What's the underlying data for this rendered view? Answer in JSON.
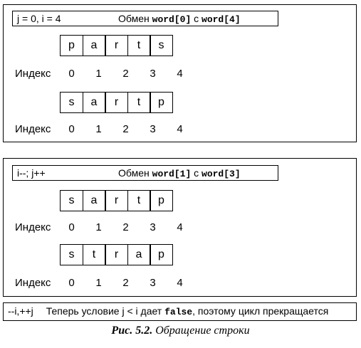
{
  "panels": [
    {
      "step": "j = 0, i = 4",
      "action_prefix": "Обмен",
      "action_first": "word[0]",
      "action_middle": "с",
      "action_second": "word[4]",
      "rows": [
        {
          "cells": [
            "p",
            "a",
            "r",
            "t",
            "s"
          ],
          "label": "Индекс",
          "indices": [
            "0",
            "1",
            "2",
            "3",
            "4"
          ]
        },
        {
          "cells": [
            "s",
            "a",
            "r",
            "t",
            "p"
          ],
          "label": "Индекс",
          "indices": [
            "0",
            "1",
            "2",
            "3",
            "4"
          ]
        }
      ]
    },
    {
      "step": "i--; j++",
      "action_prefix": "Обмен",
      "action_first": "word[1]",
      "action_middle": "с",
      "action_second": "word[3]",
      "rows": [
        {
          "cells": [
            "s",
            "a",
            "r",
            "t",
            "p"
          ],
          "label": "Индекс",
          "indices": [
            "0",
            "1",
            "2",
            "3",
            "4"
          ]
        },
        {
          "cells": [
            "s",
            "t",
            "r",
            "a",
            "p"
          ],
          "label": "Индекс",
          "indices": [
            "0",
            "1",
            "2",
            "3",
            "4"
          ]
        }
      ]
    }
  ],
  "footer": {
    "step": "--i,++j",
    "text_before": "Теперь условие  j < i дает",
    "keyword": "false",
    "text_after": ", поэтому цикл прекращается"
  },
  "caption": {
    "number": "Рис. 5.2.",
    "title": "Обращение строки"
  }
}
